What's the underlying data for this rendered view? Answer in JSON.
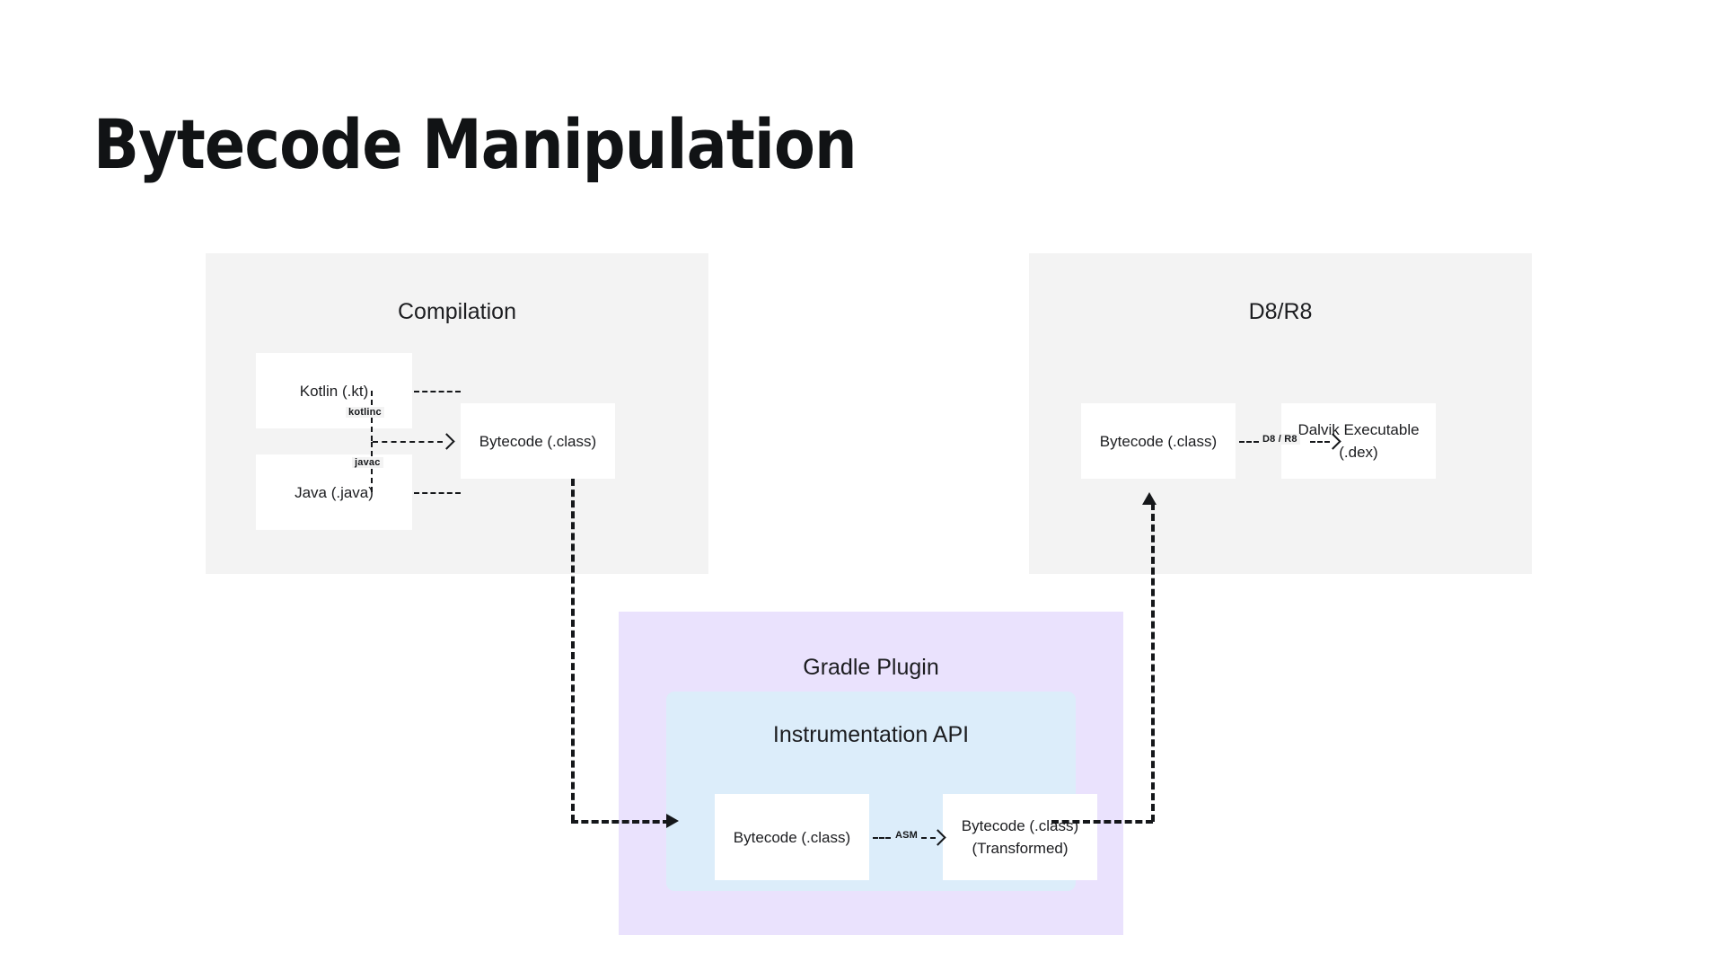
{
  "title": "Bytecode Manipulation",
  "groups": {
    "compilation": {
      "title": "Compilation",
      "nodes": {
        "kotlin": "Kotlin (.kt)",
        "java": "Java (.java)",
        "bytecode": "Bytecode (.class)"
      },
      "edges": {
        "kotlinc": "kotlinc",
        "javac": "javac"
      }
    },
    "d8r8": {
      "title": "D8/R8",
      "nodes": {
        "bytecode": "Bytecode (.class)",
        "dex_line1": "Dalvik Executable",
        "dex_line2": "(.dex)"
      },
      "edges": {
        "d8r8": "D8 / R8"
      }
    },
    "gradle_plugin": {
      "title": "Gradle Plugin",
      "instrumentation": {
        "title": "Instrumentation API",
        "nodes": {
          "bytecode_in": "Bytecode (.class)",
          "bytecode_out_line1": "Bytecode (.class)",
          "bytecode_out_line2": "(Transformed)"
        },
        "edges": {
          "asm": "ASM"
        }
      }
    }
  },
  "colors": {
    "background": "#ffffff",
    "group_panel": "#f3f3f3",
    "gradle_panel": "#eae2fd",
    "instrumentation_panel": "#dcedfa",
    "node_box": "#ffffff",
    "text": "#1c1d20",
    "connector": "#15171a"
  }
}
